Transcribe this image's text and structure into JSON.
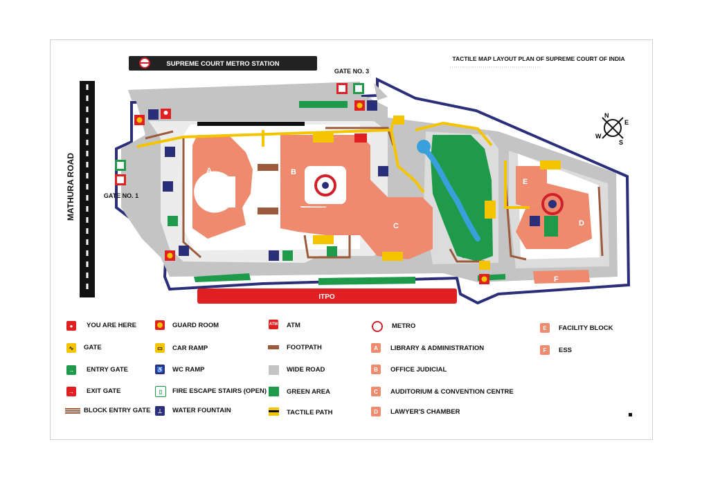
{
  "header": {
    "metro_label": "SUPREME COURT METRO STATION",
    "plan_title": "TACTILE MAP LAYOUT PLAN OF SUPREME COURT OF INDIA"
  },
  "map": {
    "road_label": "MATHURA ROAD",
    "gate1_label": "GATE NO. 1",
    "gate3_label": "GATE NO. 3",
    "itpo_label": "ITPO",
    "compass": {
      "n": "N",
      "e": "E",
      "s": "S",
      "w": "W"
    },
    "blocks": {
      "a": "A",
      "b": "B",
      "c": "C",
      "d": "D",
      "e": "E",
      "f": "F"
    }
  },
  "legend": {
    "col1": [
      "YOU ARE HERE",
      "GATE",
      "ENTRY GATE",
      "EXIT GATE",
      "BLOCK ENTRY GATE"
    ],
    "col2": [
      "GUARD ROOM",
      "CAR RAMP",
      "WC RAMP",
      "FIRE ESCAPE STAIRS (OPEN)",
      "WATER FOUNTAIN"
    ],
    "col3": [
      "ATM",
      "FOOTPATH",
      "WIDE ROAD",
      "GREEN AREA",
      "TACTILE PATH"
    ],
    "col4": [
      "METRO",
      "LIBRARY & ADMINISTRATION",
      "OFFICE JUDICIAL",
      "AUDITORIUM & CONVENTION CENTRE",
      "LAWYER'S CHAMBER"
    ],
    "col4_letters": [
      "A",
      "B",
      "C",
      "D"
    ],
    "col5": [
      "FACILITY BLOCK",
      "ESS"
    ],
    "col5_letters": [
      "E",
      "F"
    ],
    "atm_icon_text": "ATM"
  },
  "colors": {
    "building": "#ee8a6e",
    "road": "#b9b9b9",
    "green": "#1f9a4a",
    "water": "#3aa0dc",
    "tactile": "#f5c400",
    "boundary": "#2b2f7a",
    "footpath": "#9b5a3c",
    "itpo": "#e02020",
    "entry": "#1f9a4a",
    "exit": "#e02020",
    "wc": "#2b2f7a"
  }
}
